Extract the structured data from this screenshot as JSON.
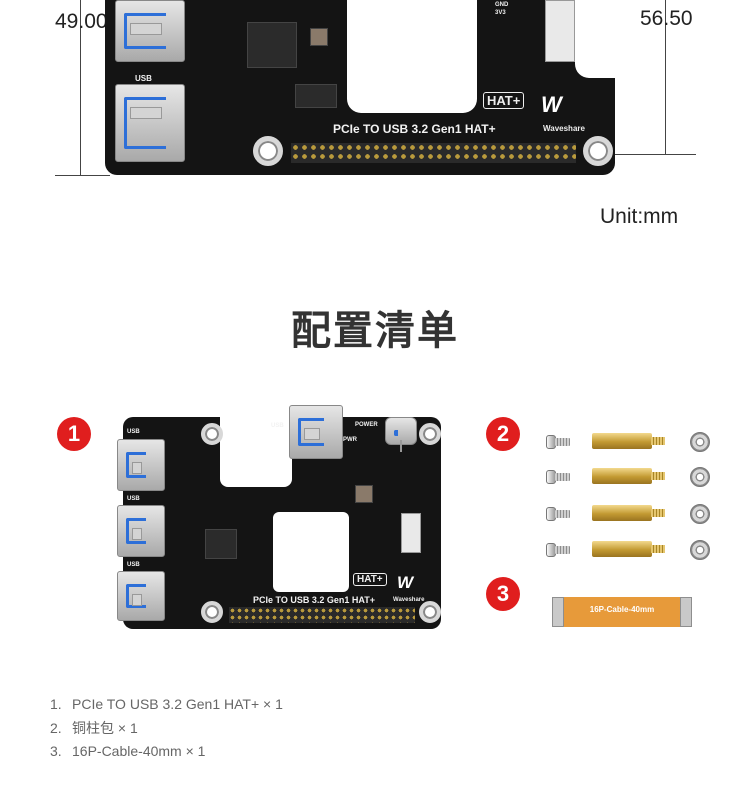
{
  "dimensions": {
    "height_left": "49.00",
    "height_right": "56.50",
    "unit": "Unit:mm"
  },
  "board": {
    "name": "PCIe TO USB 3.2 Gen1 HAT+",
    "badge": "HAT+",
    "brand": "Waveshare",
    "labels": {
      "usb": "USB",
      "power": "POWER",
      "pwr": "PWR",
      "gnd": "GND",
      "v3": "3V3"
    }
  },
  "section": {
    "title": "配置清单"
  },
  "badges": [
    "1",
    "2",
    "3"
  ],
  "cable": {
    "label": "16P-Cable-40mm"
  },
  "contents": [
    {
      "num": "1.",
      "text": "PCIe TO USB 3.2 Gen1 HAT+ × 1"
    },
    {
      "num": "2.",
      "text": "铜柱包 × 1"
    },
    {
      "num": "3.",
      "text": "16P-Cable-40mm × 1"
    }
  ],
  "colors": {
    "badge_red": "#e01e1e",
    "pcb_black": "#141414",
    "usb_blue": "#2d6fd8",
    "brass": "#c39a32",
    "cable_orange": "#e79a3a"
  }
}
